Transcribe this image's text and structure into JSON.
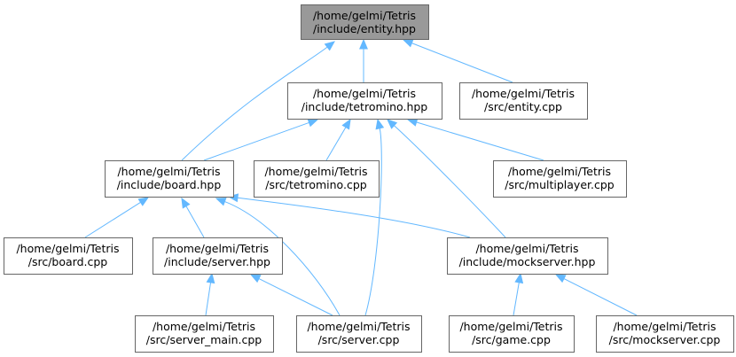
{
  "nodes": [
    {
      "id": "entity_hpp",
      "lines": [
        "/home/gelmi/Tetris",
        "/include/entity.hpp"
      ],
      "root": true
    },
    {
      "id": "tetromino_hpp",
      "lines": [
        "/home/gelmi/Tetris",
        "/include/tetromino.hpp"
      ]
    },
    {
      "id": "entity_cpp",
      "lines": [
        "/home/gelmi/Tetris",
        "/src/entity.cpp"
      ]
    },
    {
      "id": "board_hpp",
      "lines": [
        "/home/gelmi/Tetris",
        "/include/board.hpp"
      ]
    },
    {
      "id": "tetromino_cpp",
      "lines": [
        "/home/gelmi/Tetris",
        "/src/tetromino.cpp"
      ]
    },
    {
      "id": "multiplayer_cpp",
      "lines": [
        "/home/gelmi/Tetris",
        "/src/multiplayer.cpp"
      ]
    },
    {
      "id": "board_cpp",
      "lines": [
        "/home/gelmi/Tetris",
        "/src/board.cpp"
      ]
    },
    {
      "id": "server_hpp",
      "lines": [
        "/home/gelmi/Tetris",
        "/include/server.hpp"
      ]
    },
    {
      "id": "mockserver_hpp",
      "lines": [
        "/home/gelmi/Tetris",
        "/include/mockserver.hpp"
      ]
    },
    {
      "id": "server_main_cpp",
      "lines": [
        "/home/gelmi/Tetris",
        "/src/server_main.cpp"
      ]
    },
    {
      "id": "server_cpp",
      "lines": [
        "/home/gelmi/Tetris",
        "/src/server.cpp"
      ]
    },
    {
      "id": "game_cpp",
      "lines": [
        "/home/gelmi/Tetris",
        "/src/game.cpp"
      ]
    },
    {
      "id": "mockserver_cpp",
      "lines": [
        "/home/gelmi/Tetris",
        "/src/mockserver.cpp"
      ]
    }
  ],
  "edges": [
    {
      "from": "tetromino_hpp",
      "to": "entity_hpp"
    },
    {
      "from": "entity_cpp",
      "to": "entity_hpp"
    },
    {
      "from": "board_hpp",
      "to": "entity_hpp"
    },
    {
      "from": "board_hpp",
      "to": "tetromino_hpp"
    },
    {
      "from": "tetromino_cpp",
      "to": "tetromino_hpp"
    },
    {
      "from": "multiplayer_cpp",
      "to": "tetromino_hpp"
    },
    {
      "from": "server_cpp",
      "to": "tetromino_hpp"
    },
    {
      "from": "mockserver_hpp",
      "to": "tetromino_hpp"
    },
    {
      "from": "board_cpp",
      "to": "board_hpp"
    },
    {
      "from": "server_hpp",
      "to": "board_hpp"
    },
    {
      "from": "server_cpp",
      "to": "board_hpp"
    },
    {
      "from": "mockserver_hpp",
      "to": "board_hpp"
    },
    {
      "from": "server_main_cpp",
      "to": "server_hpp"
    },
    {
      "from": "server_cpp",
      "to": "server_hpp"
    },
    {
      "from": "game_cpp",
      "to": "mockserver_hpp"
    },
    {
      "from": "mockserver_cpp",
      "to": "mockserver_hpp"
    }
  ],
  "colors": {
    "root_fill": "#999999",
    "node_border": "#666666",
    "edge": "#63b8ff"
  }
}
